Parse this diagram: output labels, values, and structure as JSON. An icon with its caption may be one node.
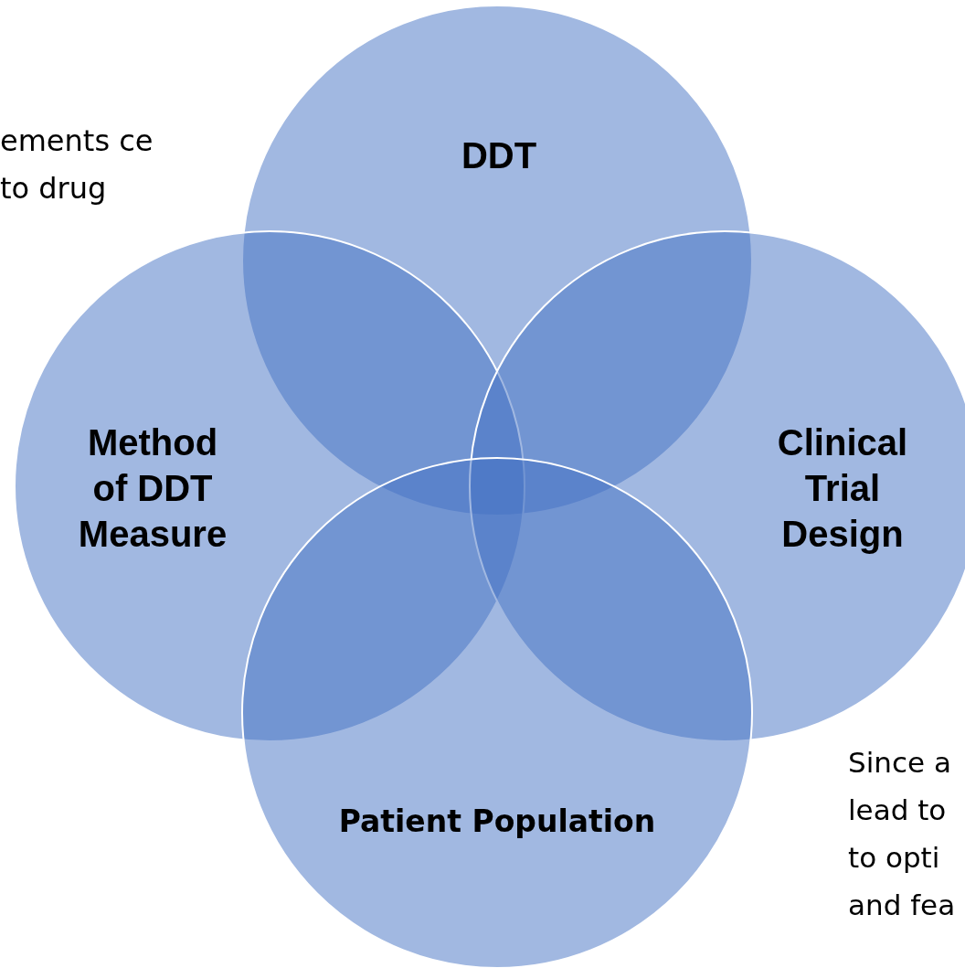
{
  "diagram": {
    "nodes": [
      {
        "text": [
          "DDT"
        ]
      },
      {
        "text": [
          "Method of DDT Measure"
        ]
      },
      {
        "text": [
          "Clinical Trial Design"
        ]
      },
      {
        "text": [
          "Patient Population"
        ]
      }
    ],
    "labels": [
      "ements ce to drug",
      "Since a lead to to opti and fea"
    ]
  }
}
